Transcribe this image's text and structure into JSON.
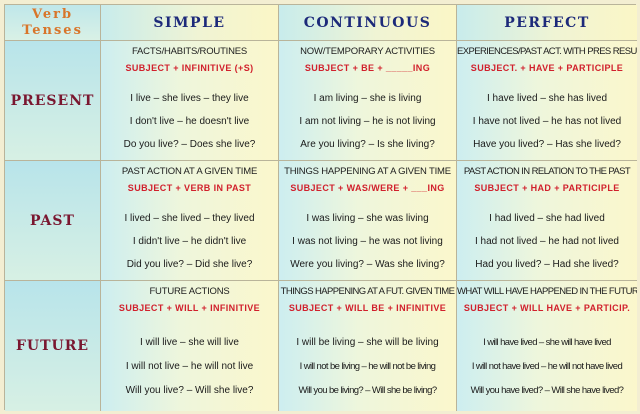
{
  "corner": {
    "line1": "Verb",
    "line2": "Tenses"
  },
  "columns": [
    "SIMPLE",
    "CONTINUOUS",
    "PERFECT"
  ],
  "rows": [
    {
      "label": "PRESENT",
      "cells": [
        {
          "title": "FACTS/HABITS/ROUTINES",
          "formula": "SUBJECT + INFINITIVE (+S)",
          "examples": [
            "I live – she lives – they live",
            "I don't live – he doesn't live",
            "Do you live? – Does she live?"
          ]
        },
        {
          "title": "NOW/TEMPORARY ACTIVITIES",
          "formula": "SUBJECT + BE + _____ING",
          "examples": [
            "I am living – she is living",
            "I am not living – he is not living",
            "Are you living? – Is she living?"
          ]
        },
        {
          "title": "EXPERIENCES/PAST ACT. WITH PRES RESULT",
          "formula": "SUBJECT. + HAVE + PARTICIPLE",
          "examples": [
            "I have lived – she has lived",
            "I have not lived – he has not lived",
            "Have you lived? – Has she lived?"
          ]
        }
      ]
    },
    {
      "label": "PAST",
      "cells": [
        {
          "title": "PAST ACTION AT A GIVEN TIME",
          "formula": "SUBJECT + VERB IN PAST",
          "examples": [
            "I lived – she lived – they lived",
            "I didn't live – he didn't live",
            "Did you live? – Did she live?"
          ]
        },
        {
          "title": "THINGS HAPPENING AT A GIVEN TIME",
          "formula": "SUBJECT + WAS/WERE + ___ING",
          "examples": [
            "I was living – she was living",
            "I was not living – he was not living",
            "Were you living? – Was she living?"
          ]
        },
        {
          "title": "PAST ACTION IN RELATION TO THE PAST",
          "formula": "SUBJECT + HAD + PARTICIPLE",
          "examples": [
            "I had lived – she had lived",
            "I had not lived – he had not lived",
            "Had you lived? – Had she lived?"
          ]
        }
      ]
    },
    {
      "label": "FUTURE",
      "cells": [
        {
          "title": "FUTURE ACTIONS",
          "formula": "SUBJECT + WILL + INFINITIVE",
          "examples": [
            "I will live – she will live",
            "I will not live – he will not live",
            "Will you live? – Will she live?"
          ]
        },
        {
          "title": "THINGS HAPPENING AT A FUT. GIVEN TIME",
          "formula": "SUBJECT + WILL BE + INFINITIVE",
          "examples": [
            "I will be living – she will be living",
            "I will not be living – he will not be living",
            "Will you be living? – Will she be living?"
          ]
        },
        {
          "title": "WHAT WILL HAVE HAPPENED IN THE FUTURE",
          "formula": "SUBJECT + WILL HAVE + PARTICIP.",
          "examples": [
            "I will have lived – she will have lived",
            "I will not have lived – he will not have lived",
            "Will you have lived? – Will she have lived?"
          ]
        }
      ]
    }
  ]
}
